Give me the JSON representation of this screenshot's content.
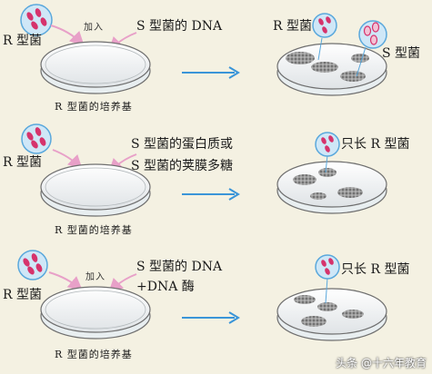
{
  "rows": [
    {
      "r_label": "R 型菌",
      "add_label": "加入",
      "treatment_line1": "S 型菌的 DNA",
      "treatment_line2": "",
      "medium_label": "R 型菌的培养基",
      "result_r_label": "R 型菌",
      "result_s_label": "S 型菌",
      "result_only_label": ""
    },
    {
      "r_label": "R 型菌",
      "add_label": "",
      "treatment_line1": "S 型菌的蛋白质或",
      "treatment_line2": "S 型菌的荚膜多糖",
      "medium_label": "R 型菌的培养基",
      "result_r_label": "",
      "result_s_label": "",
      "result_only_label": "只长 R 型菌"
    },
    {
      "r_label": "R 型菌",
      "add_label": "加入",
      "treatment_line1": "S 型菌的 DNA",
      "treatment_line2": "+DNA 酶",
      "medium_label": "R 型菌的培养基",
      "result_r_label": "",
      "result_s_label": "",
      "result_only_label": "只长 R 型菌"
    }
  ],
  "watermark": "头条 @十六年教育",
  "colors": {
    "background": "#f4f1e2",
    "arrow": "#3a95d8",
    "pink_arrow": "#e8a0c8",
    "bacteria": "#d6336c",
    "bubble_fill": "#cfe7f7",
    "bubble_stroke": "#5aa8dc",
    "colony": "#7d7d7d"
  }
}
